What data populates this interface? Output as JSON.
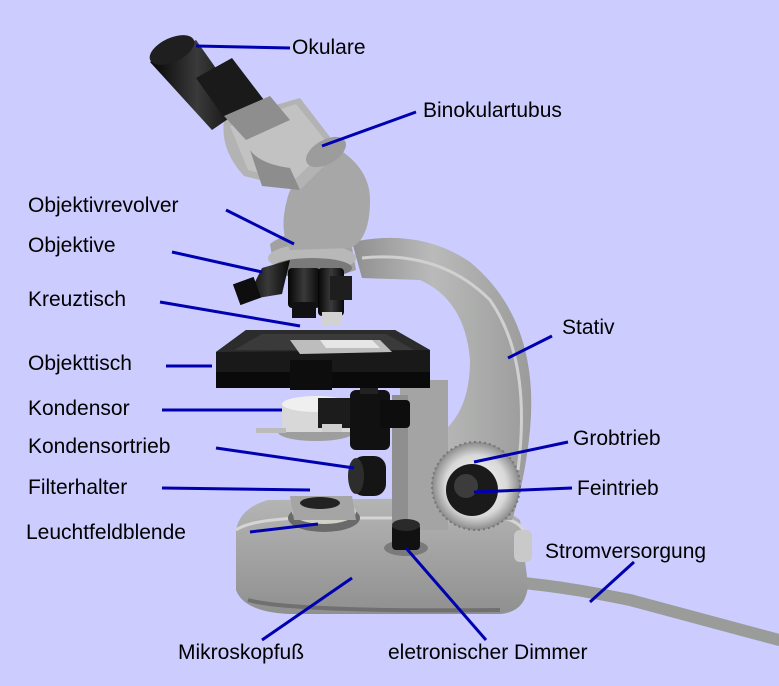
{
  "labels": {
    "okulare": "Okulare",
    "binokulartubus": "Binokulartubus",
    "objektivrevolver": "Objektivrevolver",
    "objektive": "Objektive",
    "kreuztisch": "Kreuztisch",
    "objekttisch": "Objekttisch",
    "kondensor": "Kondensor",
    "kondensortrieb": "Kondensortrieb",
    "filterhalter": "Filterhalter",
    "leuchtfeldblende": "Leuchtfeldblende",
    "stativ": "Stativ",
    "grobtrieb": "Grobtrieb",
    "feintrieb": "Feintrieb",
    "stromversorgung": "Stromversorgung",
    "mikroskopfuss": "Mikroskopfuß",
    "dimmer": "eletronischer Dimmer"
  },
  "colors": {
    "background": "#ccccff",
    "leader_lines": "#0000b0",
    "body": "#a9aaa9",
    "black_parts": "#141414",
    "chrome": "#c9c9c9"
  }
}
